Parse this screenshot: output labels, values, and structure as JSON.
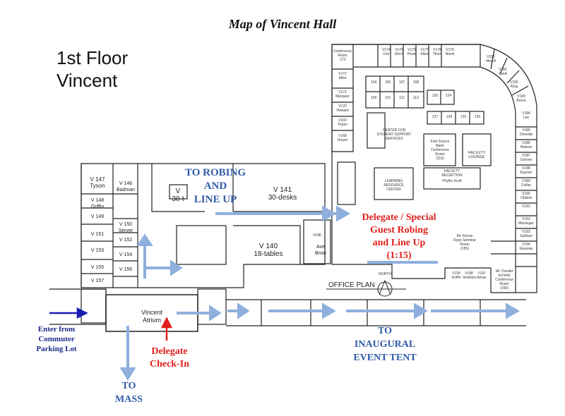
{
  "title": "Map of Vincent Hall",
  "floor_label": [
    "1st Floor",
    "Vincent"
  ],
  "rooms": {
    "v147": [
      "V 147",
      "Tyson"
    ],
    "v146": [
      "V 146",
      "Badman"
    ],
    "v148": [
      "V 148",
      "Griffin"
    ],
    "v149": "V 149",
    "v150": [
      "V 150",
      "Server"
    ],
    "v151": "V 151",
    "v152": "V 152",
    "v153": "V 153",
    "v154": "V 154",
    "v155": "V 155",
    "v156": "V 156",
    "v157": "V 157",
    "v_left": [
      "V",
      "30-t"
    ],
    "v141": [
      "V 141",
      "30-desks"
    ],
    "v140": [
      "V 140",
      "18-tables"
    ],
    "atrium": [
      "Vincent",
      "Atrium"
    ],
    "ave_brow": [
      "Ave",
      "Brow"
    ],
    "v140_small": "V140",
    "center": [
      "CENTER FOR",
      "STUDENT SUPPORT",
      "SERVICES"
    ],
    "lrc": [
      "LEARNING",
      "RESOURCE",
      "CENTER"
    ],
    "faculty_lounge": [
      "FACULTY",
      "LOUNGE"
    ],
    "faculty_reception": [
      "FACULTY",
      "RECEPTION"
    ],
    "phyllis": "Phyllis Scott",
    "first_source": [
      "First Source",
      "Bank",
      "Conference",
      "Room",
      "(116)"
    ],
    "kieran": [
      "Mr. Kieran",
      "Ryan Seminar",
      "Room",
      "(155)"
    ],
    "schmitz": [
      "Mr. Donald",
      "Schmitz",
      "Conference",
      "Room",
      "(166)"
    ],
    "office_plan": "OFFICE PLAN",
    "north": "NORTH",
    "grid_rooms": [
      "104",
      "106",
      "107",
      "108",
      "109",
      "110",
      "111",
      "112",
      "126",
      "124",
      "127",
      "128",
      "129",
      "130"
    ],
    "right_rooms": [
      [
        "V174",
        "Dut"
      ],
      [
        "V175",
        "Ulrich"
      ],
      [
        "V176",
        "Poole"
      ],
      [
        "V177",
        "Allen"
      ],
      [
        "V178",
        "Thom"
      ],
      [
        "V179",
        "Niemi"
      ],
      [
        "V180",
        "Merrill"
      ],
      [
        "V181",
        "VanA"
      ],
      [
        "V182",
        "King"
      ],
      [
        "V183",
        "Borne"
      ],
      [
        "V184",
        "Lee"
      ],
      [
        "V185",
        "Develak"
      ],
      [
        "V186",
        "Watson"
      ],
      [
        "V187",
        "Schoen"
      ],
      [
        "V188",
        "Raymer"
      ],
      [
        "V189",
        "Collier"
      ],
      [
        "V190",
        "Ohland"
      ],
      [
        "V191",
        ""
      ],
      [
        "V192",
        "Meisinger"
      ],
      [
        "V193",
        "Sullivan"
      ],
      [
        "V194",
        "Gianeau"
      ]
    ],
    "left_col_rooms": [
      [
        "Conference",
        "Room",
        "173"
      ],
      [
        "V172",
        "Allen"
      ],
      [
        "V171",
        "Marquez"
      ],
      [
        "V170",
        "Howard"
      ],
      [
        "V169",
        "Thyen"
      ],
      [
        "V168",
        "Dreyer"
      ]
    ],
    "bottom_rooms": [
      [
        "V199",
        "Griffin"
      ],
      [
        "V198",
        "Smeltzer"
      ],
      [
        "V197",
        "Aman"
      ]
    ]
  },
  "labels": {
    "to_robing": [
      "TO ROBING",
      "AND",
      "LINE UP"
    ],
    "delegate_special": [
      "Delegate / Special",
      "Guest Robing",
      "and Line Up",
      "(1:15)"
    ],
    "enter_from": [
      "Enter from",
      "Commuter",
      "Parking Lot"
    ],
    "delegate_checkin": [
      "Delegate",
      "Check-In"
    ],
    "to_mass": [
      "TO",
      "MASS"
    ],
    "to_tent": [
      "TO",
      "INAUGURAL",
      "EVENT TENT"
    ]
  },
  "colors": {
    "arrow_blue": "#8fb0dd",
    "arrow_navy": "#1a1ab0",
    "arrow_red": "#e0201c",
    "wall": "#222222"
  }
}
